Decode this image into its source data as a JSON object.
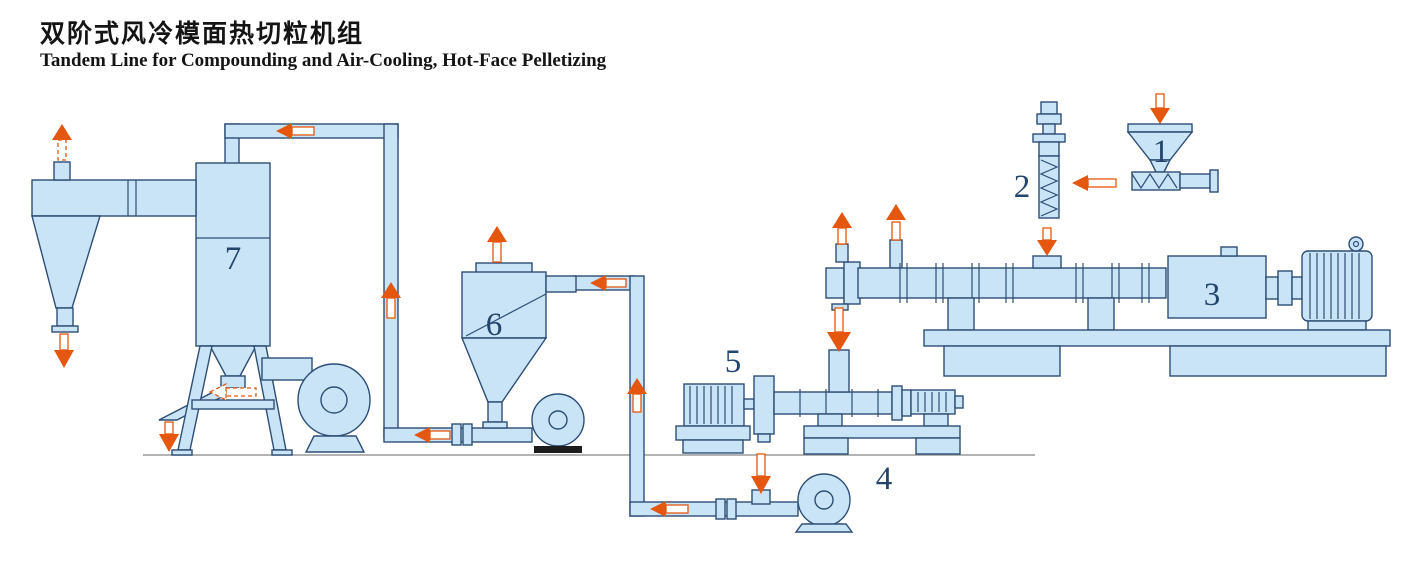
{
  "title": {
    "zh": "双阶式风冷模面热切粒机组",
    "en": "Tandem Line for Compounding and Air-Cooling, Hot-Face Pelletizing"
  },
  "labels": {
    "n1": "1",
    "n2": "2",
    "n3": "3",
    "n4": "4",
    "n5": "5",
    "n6": "6",
    "n7": "7"
  },
  "colors": {
    "machine-fill": "#c9e4f6",
    "machine-stroke": "#2d4e76",
    "arrow": "#e5560f",
    "number": "#24456b",
    "ground": "#9a9a9a",
    "title-text": "#141414",
    "blower-base-dark": "#1c1c1c"
  }
}
